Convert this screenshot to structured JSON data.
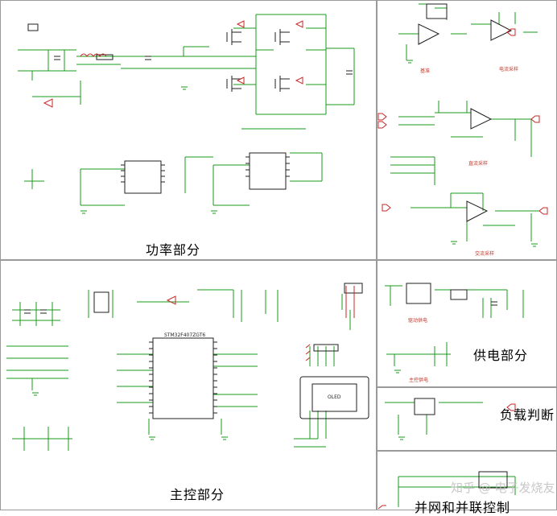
{
  "panels": {
    "power": {
      "title": "功率部分"
    },
    "sampling": {
      "labels": {
        "ref": "基准",
        "current": "电流采样",
        "dc": "直流采样",
        "ac": "交流采样"
      }
    },
    "main_control": {
      "title": "主控部分",
      "mcu": "STM32F407ZGT6",
      "oled": "OLED"
    },
    "supply": {
      "title": "供电部分",
      "labels": {
        "driver": "驱动供电",
        "main": "主控供电"
      }
    },
    "load": {
      "title": "负载判断"
    },
    "grid": {
      "title": "并网和并联控制"
    }
  },
  "watermark": "知乎 @ 电子发烧友"
}
